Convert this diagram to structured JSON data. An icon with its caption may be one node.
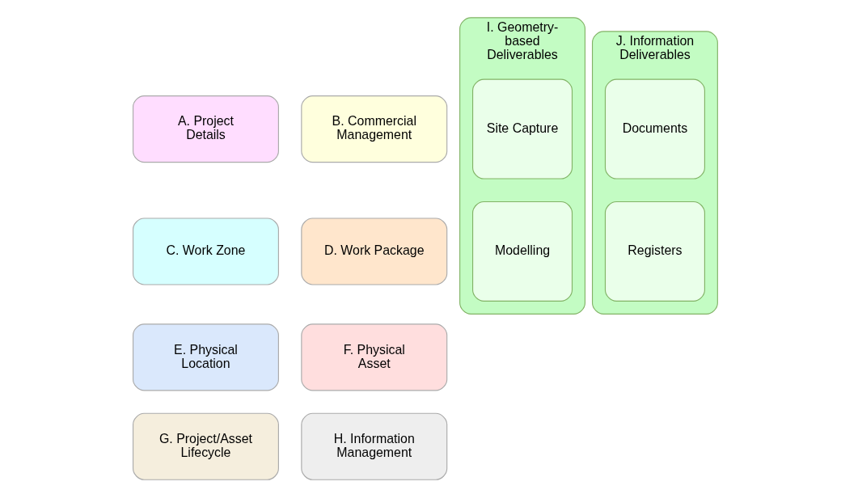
{
  "diagram": {
    "nodes": [
      {
        "text": [
          "A. Project Details"
        ]
      },
      {
        "text": [
          "B. Commercial Management"
        ]
      },
      {
        "text": [
          "C. Work Zone"
        ]
      },
      {
        "text": [
          "D. Work Package"
        ]
      },
      {
        "text": [
          "E. Physical Location"
        ]
      },
      {
        "text": [
          "F. Physical Asset"
        ]
      },
      {
        "text": [
          "G. Project/Asset Lifecycle"
        ]
      },
      {
        "text": [
          "H. Information Management"
        ]
      },
      {
        "text": [
          "I. Geometry-based Deliverables"
        ]
      },
      {
        "text": [
          "Site Capture"
        ],
        "in": 8
      },
      {
        "text": [
          "Modelling"
        ],
        "in": 8
      },
      {
        "text": [
          "J. Information Deliverables"
        ]
      },
      {
        "text": [
          "Documents"
        ],
        "in": 11
      },
      {
        "text": [
          "Registers"
        ],
        "in": 11
      }
    ]
  }
}
